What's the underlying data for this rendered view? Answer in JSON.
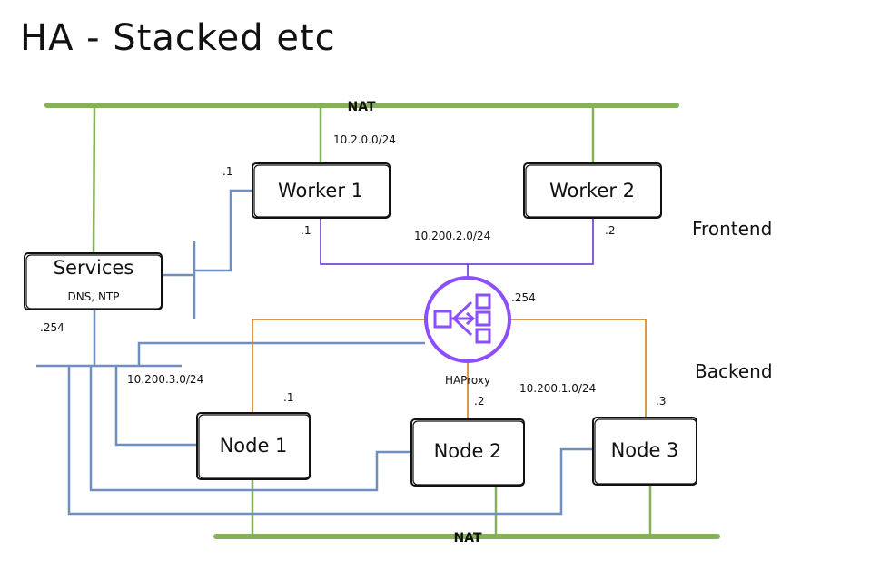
{
  "title": "HA - Stacked etc",
  "nat_top": "NAT",
  "nat_bottom": "NAT",
  "nodes": {
    "worker1": "Worker 1",
    "worker2": "Worker 2",
    "services": "Services",
    "services_sub": "DNS, NTP",
    "node1": "Node 1",
    "node2": "Node 2",
    "node3": "Node 3"
  },
  "haproxy": "HAProxy",
  "zones": {
    "frontend": "Frontend",
    "backend": "Backend"
  },
  "subnets": {
    "nat_worker": "10.2.0.0/24",
    "frontend": "10.200.2.0/24",
    "backend": "10.200.1.0/24",
    "services": "10.200.3.0/24"
  },
  "addresses": {
    "worker1_mgmt": ".1",
    "worker1_front": ".1",
    "worker2_front": ".2",
    "haproxy": ".254",
    "services": ".254",
    "node1": ".1",
    "node2": ".2",
    "node3": ".3"
  },
  "colors": {
    "nat": "#86b15a",
    "services_net": "#6f8fbf",
    "frontend_net": "#5b2bc7",
    "backend_net": "#c57a17",
    "load_balancer": "#8c4fff"
  },
  "icons": {
    "haproxy": "load-balancer-icon"
  }
}
